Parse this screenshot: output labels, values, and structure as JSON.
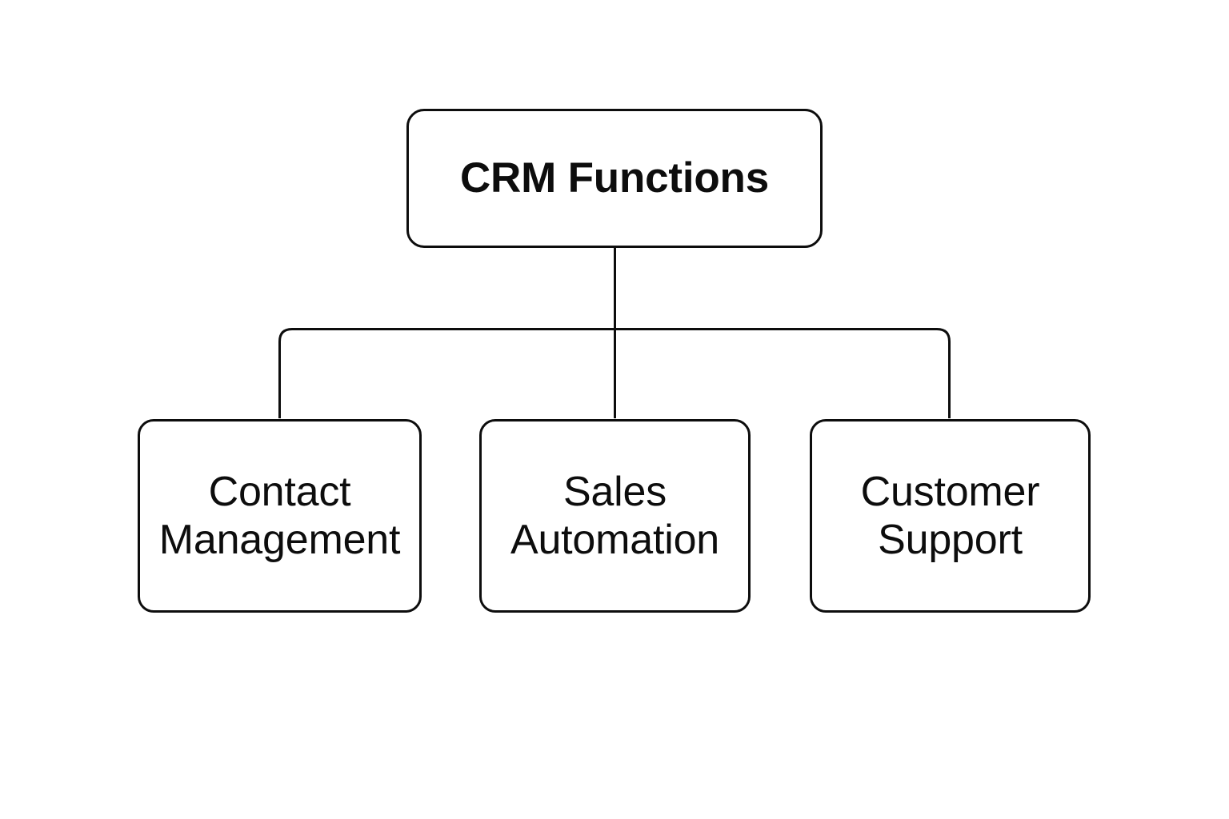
{
  "diagram": {
    "title": "CRM Functions",
    "type": "org-tree",
    "background_color": "#ffffff",
    "stroke_color": "#0d0d0d",
    "text_color": "#0d0d0d",
    "root": {
      "id": "crm-functions",
      "label": "CRM Functions",
      "bold": true
    },
    "children": [
      {
        "id": "contact-management",
        "label": "Contact\nManagement",
        "bold": false
      },
      {
        "id": "sales-automation",
        "label": "Sales\nAutomation",
        "bold": false
      },
      {
        "id": "customer-support",
        "label": "Customer\nSupport",
        "bold": false
      }
    ]
  }
}
